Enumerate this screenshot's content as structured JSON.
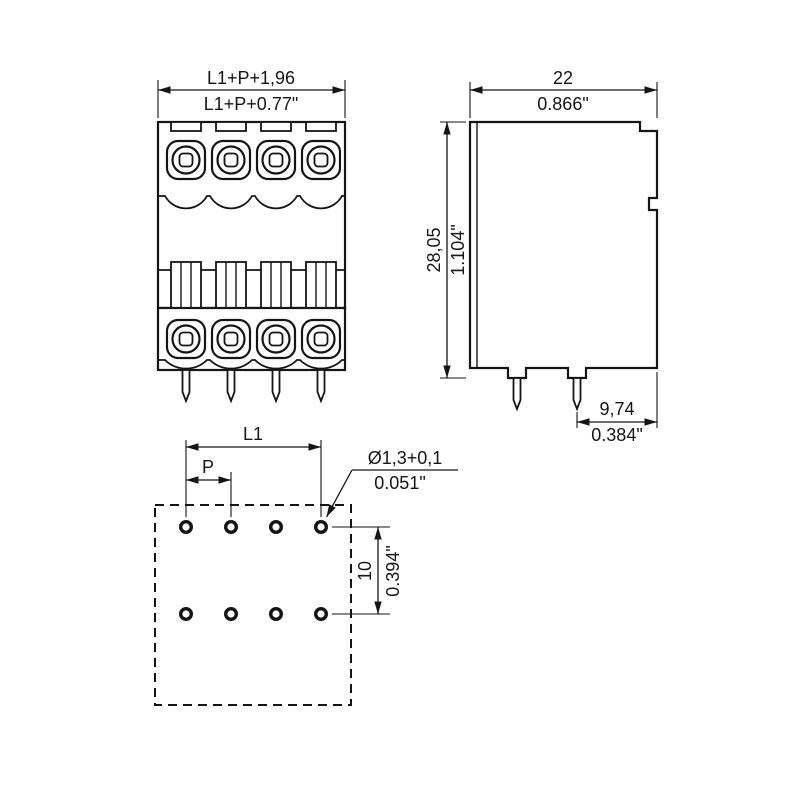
{
  "drawing": {
    "front": {
      "width_mm": "L1+P+1,96",
      "width_in": "L1+P+0.77\""
    },
    "side": {
      "width_mm": "22",
      "width_in": "0.866\"",
      "height_mm": "28,05",
      "height_in": "1.104\"",
      "pin_edge_mm": "9,74",
      "pin_edge_in": "0.384\""
    },
    "footprint": {
      "l1": "L1",
      "p": "P",
      "hole_mm": "Ø1,3+0,1",
      "hole_in": "0.051\"",
      "pitch_mm": "10",
      "pitch_in": "0.394\""
    }
  }
}
